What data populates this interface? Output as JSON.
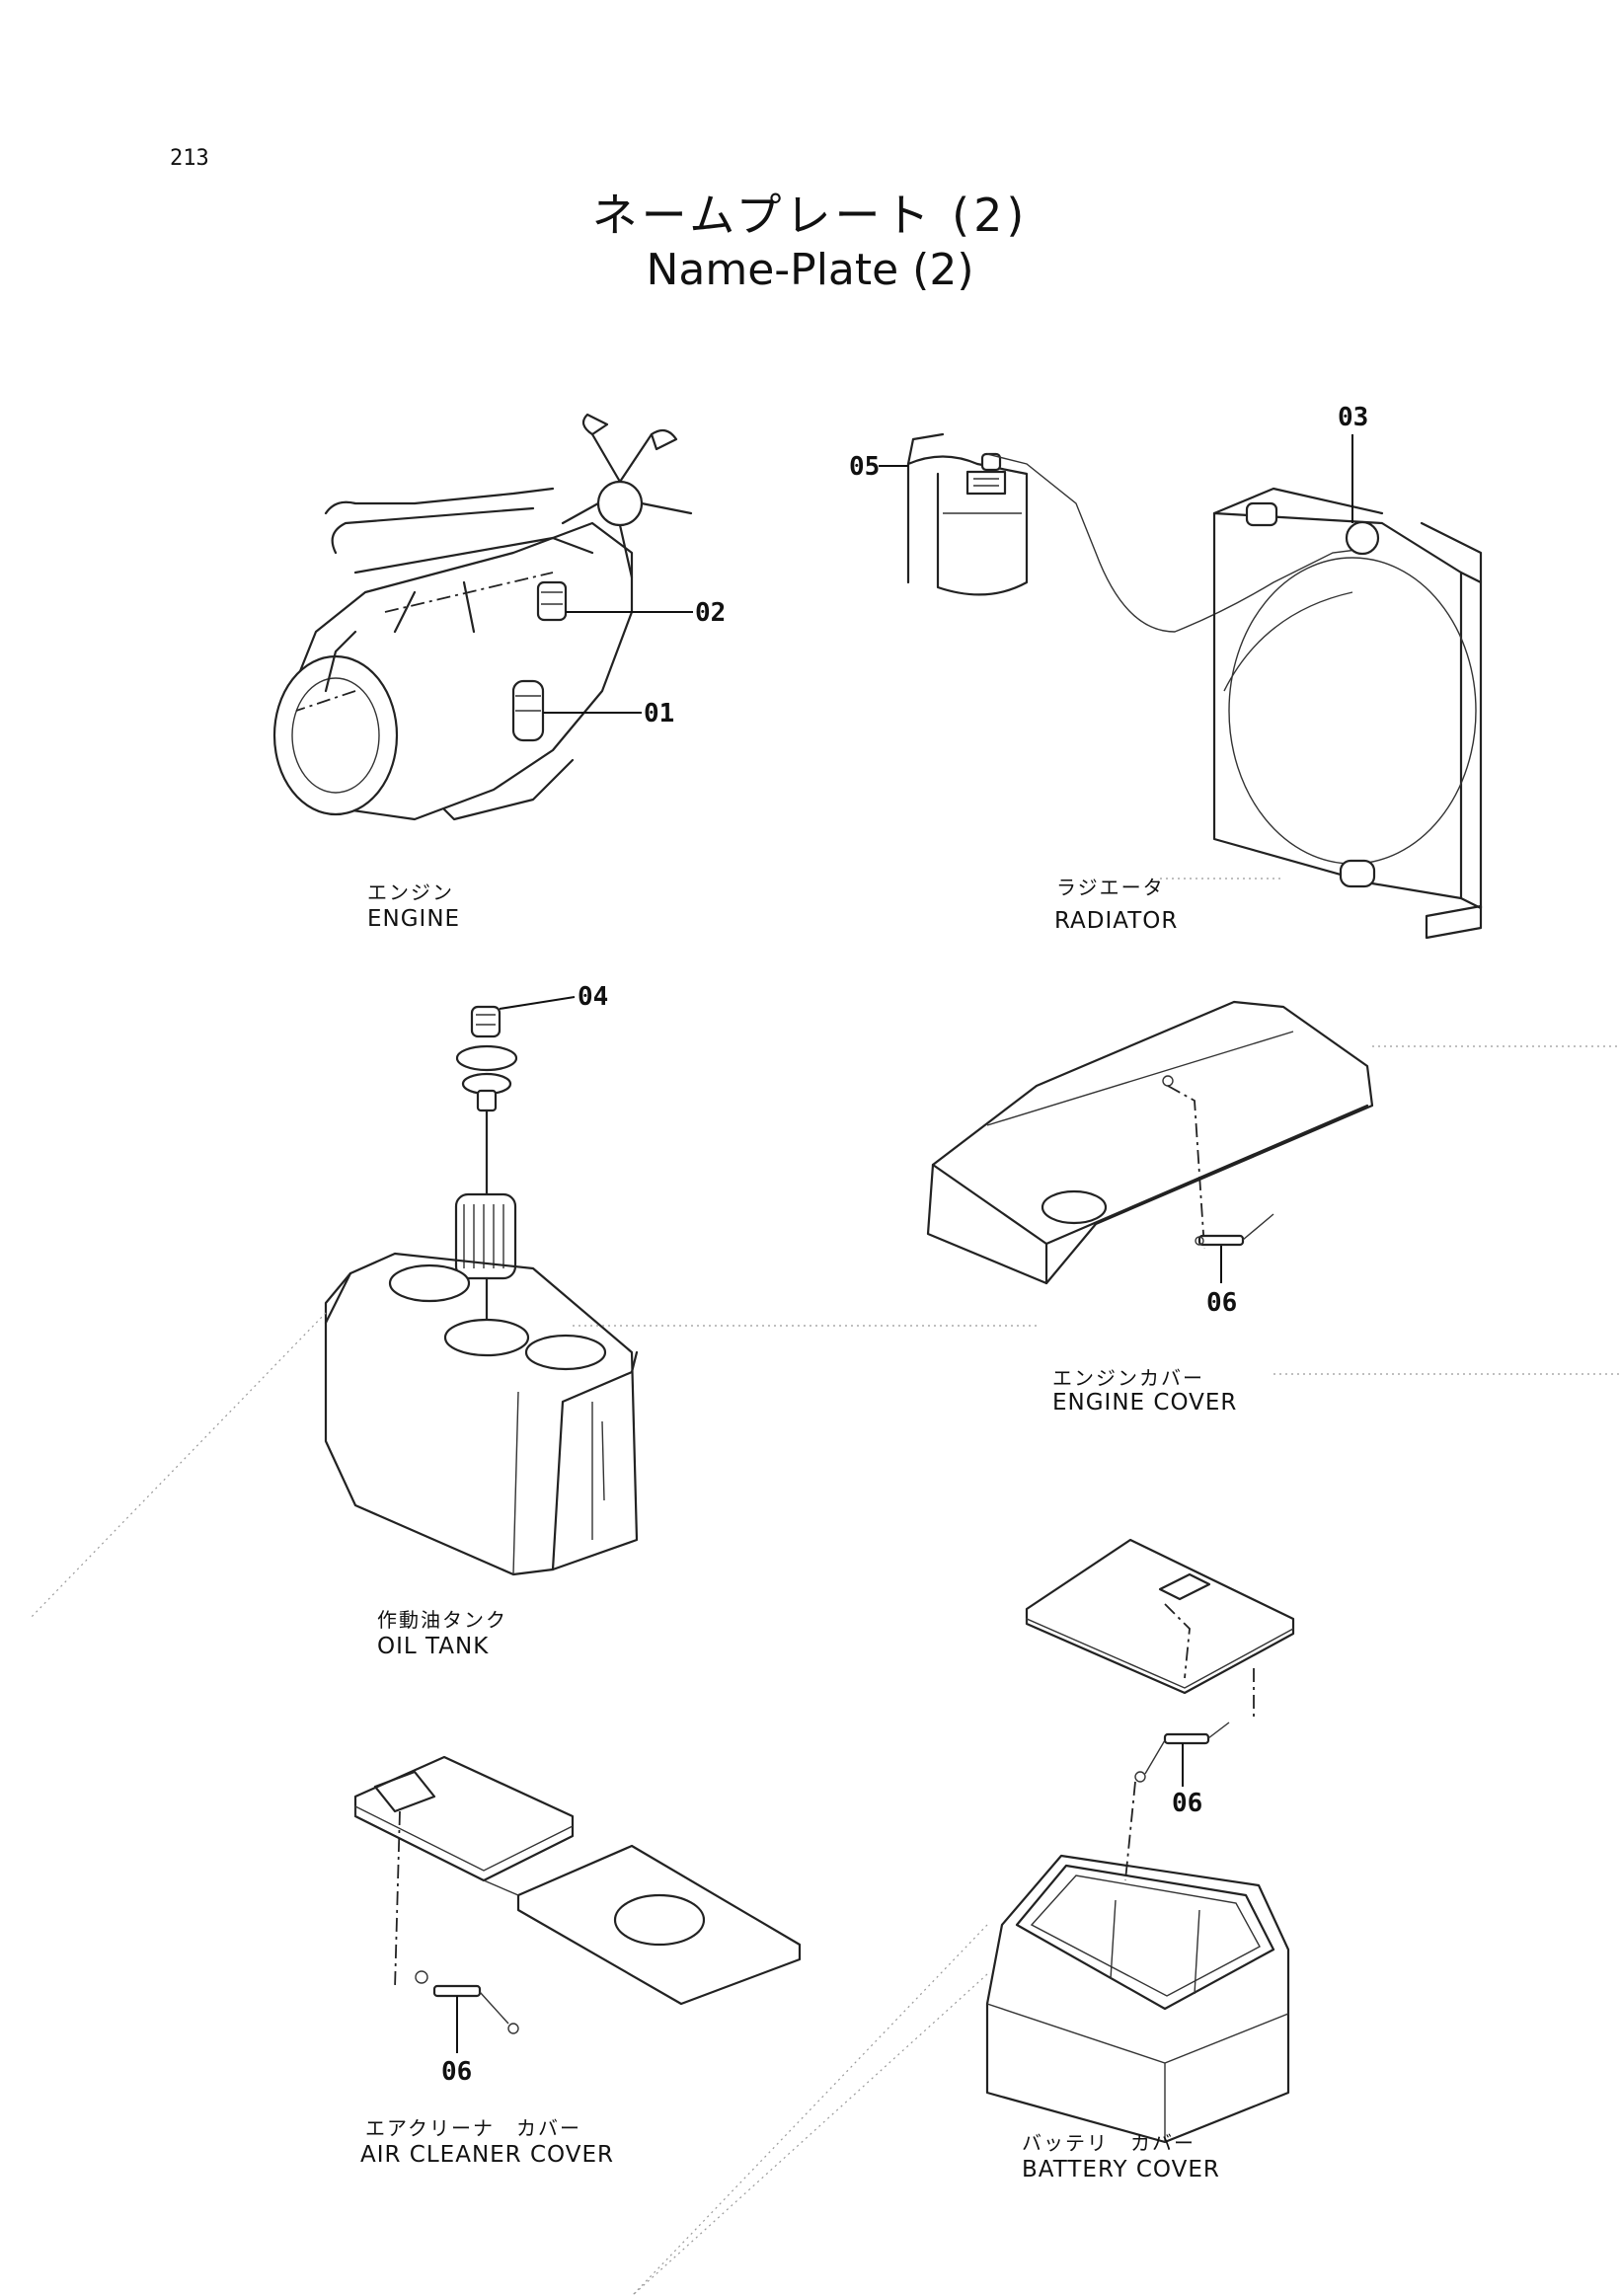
{
  "page_number": "213",
  "title": {
    "ja": "ネームプレート (2)",
    "en": "Name-Plate (2)"
  },
  "sections": {
    "engine": {
      "ja": "エンジン",
      "en": "ENGINE"
    },
    "radiator": {
      "ja": "ラジエータ",
      "en": "RADIATOR"
    },
    "engine_cover": {
      "ja": "エンジンカバー",
      "en": "ENGINE COVER"
    },
    "oil_tank": {
      "ja": "作動油タンク",
      "en": "OIL TANK"
    },
    "air_cleaner_cover": {
      "ja": "エアクリーナ　カバー",
      "en": "AIR CLEANER COVER"
    },
    "battery_cover": {
      "ja": "バッテリ　カバー",
      "en": "BATTERY COVER"
    }
  },
  "callouts": {
    "c01": "01",
    "c02": "02",
    "c03": "03",
    "c04": "04",
    "c05": "05",
    "c06_engine_cover": "06",
    "c06_battery_cover": "06",
    "c06_air_cleaner": "06"
  }
}
